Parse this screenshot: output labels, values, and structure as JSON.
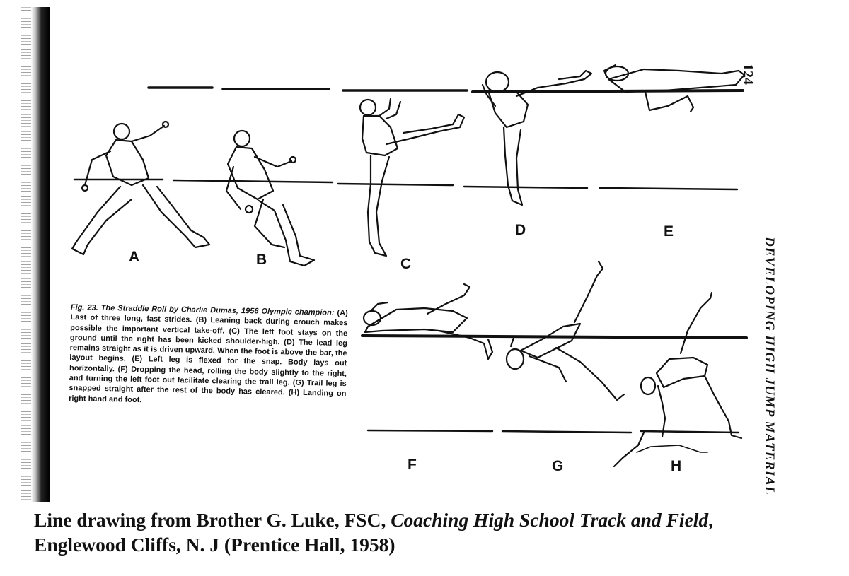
{
  "page": {
    "number": "124",
    "running_head": "DEVELOPING HIGH JUMP MATERIAL"
  },
  "figure": {
    "labels": [
      "A",
      "B",
      "C",
      "D",
      "E",
      "F",
      "G",
      "H"
    ],
    "legend_lead": "Fig. 23. The Straddle Roll by Charlie Dumas, 1956 Olympic champion:",
    "legend_body": "(A) Last of three long, fast strides. (B) Leaning back during crouch makes possible the important vertical take-off. (C) The left foot stays on the ground until the right has been kicked shoulder-high. (D) The lead leg remains straight as it is driven upward. When the foot is above the bar, the layout begins. (E) Left leg is flexed for the snap. Body lays out horizontally. (F) Dropping the head, rolling the body slightly to the right, and turning the left foot out facilitate clearing the trail leg. (G) Trail leg is snapped straight after the rest of the body has cleared. (H) Landing on right hand and foot."
  },
  "caption": {
    "prefix": "Line drawing from Brother G. Luke, FSC, ",
    "title": "Coaching High School Track and Field",
    "suffix_line1": ",",
    "line2": "Englewood Cliffs, N. J (Prentice Hall, 1958)"
  }
}
